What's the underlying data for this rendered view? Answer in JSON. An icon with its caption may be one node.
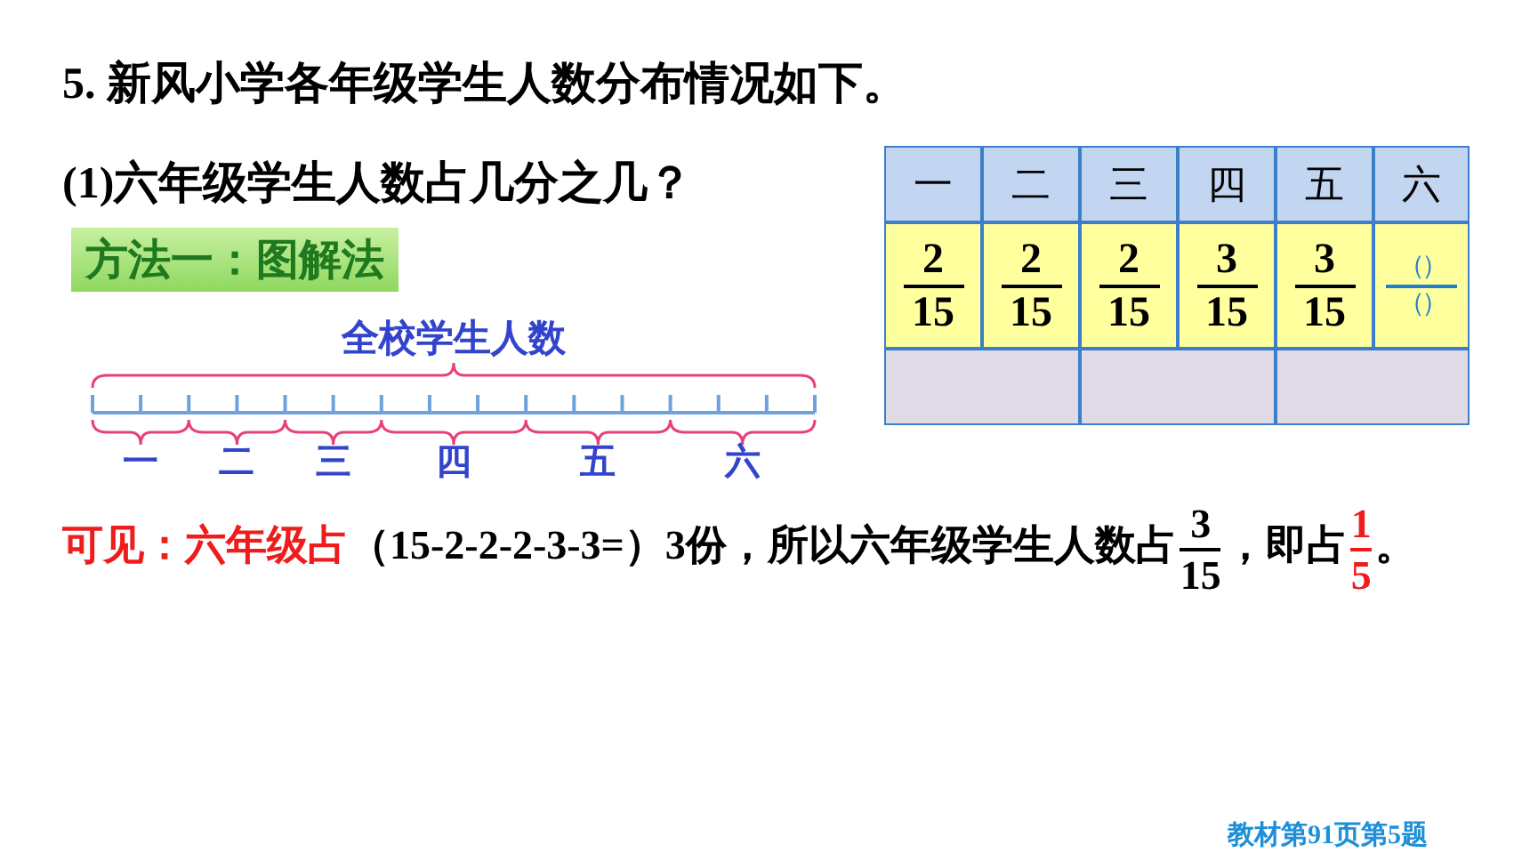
{
  "diagram": {
    "title": "5. 新风小学各年级学生人数分布情况如下。",
    "labels": [
      "(1)六年级学生人数占几分之几？",
      "方法一：图解法",
      "全校学生人数",
      "一",
      "二",
      "三",
      "四",
      "五",
      "六",
      "一",
      "二",
      "三",
      "四",
      "五",
      "六",
      "2",
      "15",
      "2",
      "15",
      "2",
      "15",
      "3",
      "15",
      "3",
      "15",
      "（）",
      "（）",
      "可见：六年级占",
      "（15-2-2-2-3-3=）3份，所以六年级学生人数占",
      "3",
      "15",
      "，即占",
      "1",
      "5",
      "。",
      "教材第91页第5题"
    ]
  }
}
